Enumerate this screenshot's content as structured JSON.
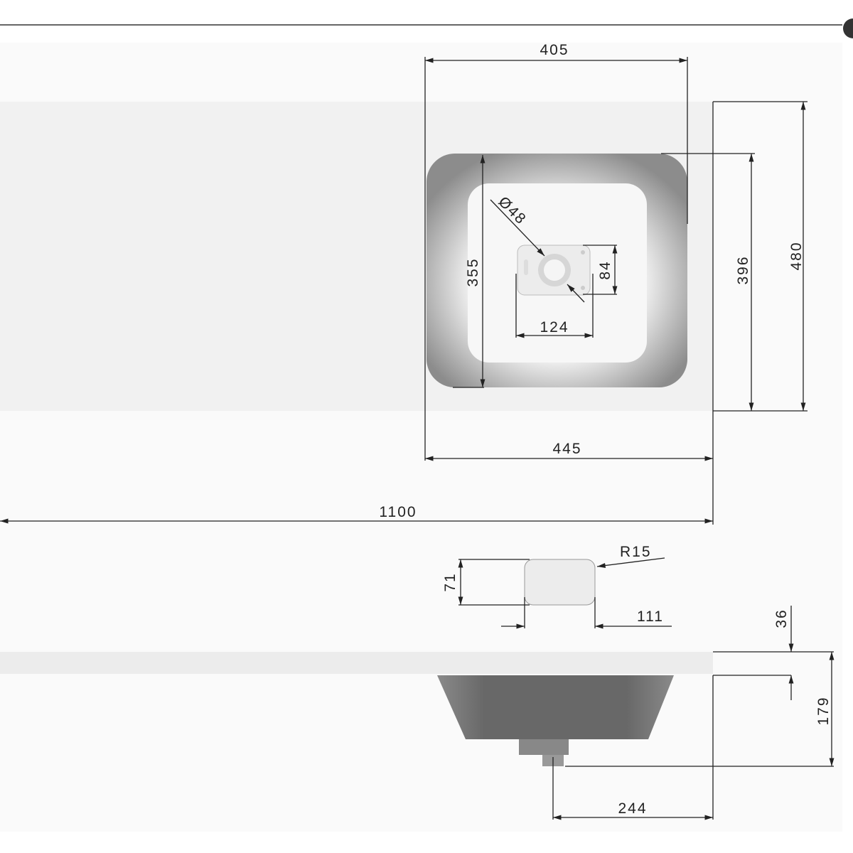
{
  "drawing": {
    "dimensions": {
      "basin_width": "405",
      "total_depth": "480",
      "basin_depth_outer": "396",
      "basin_depth_inner": "355",
      "basin_offset": "445",
      "total_length": "1100",
      "drain_plate_width": "124",
      "drain_plate_depth": "84",
      "drain_diameter": "Ø48",
      "profile_radius": "R15",
      "profile_height": "71",
      "profile_width": "111",
      "slab_thickness": "36",
      "total_height": "179",
      "drain_offset": "244"
    },
    "colors": {
      "slab": "#f1f1f1",
      "basin_dark": "#6e6e6e",
      "line": "#222222"
    }
  }
}
